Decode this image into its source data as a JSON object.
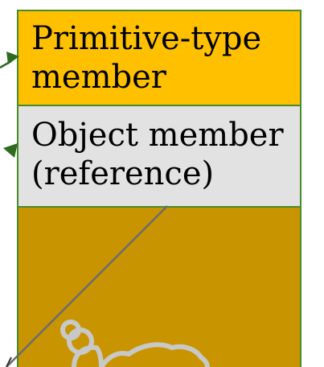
{
  "object_box": {
    "primitive_member": {
      "line1": "Primitive-type",
      "line2": "member"
    },
    "object_member": {
      "line1": "Object member",
      "line2": "(reference)"
    }
  },
  "colors": {
    "primitive_fill": "#ffc000",
    "object_member_fill": "#e2e2e2",
    "object_body_fill": "#c89500",
    "border": "#4a8a2e",
    "arrow": "#2e6b1f",
    "reference_line": "#6b6b6b",
    "blob_outline": "#c8c8c8"
  },
  "icons": {
    "referenced_object": "snowman-blob-icon"
  }
}
